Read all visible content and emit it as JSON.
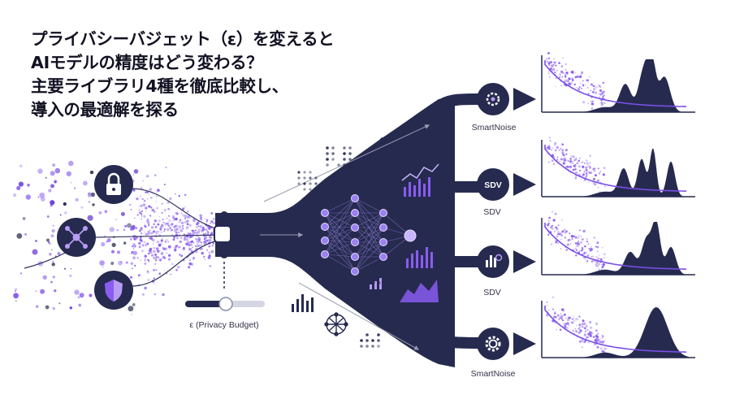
{
  "headline": {
    "lines": [
      "プライバシーバジェット（ε）を変えると",
      "AIモデルの精度はどう変わる？",
      "主要ライブラリ4種を徹底比較し、",
      "導入の最適解を探る"
    ]
  },
  "slider": {
    "label": "ε (Privacy Budget)"
  },
  "libraries": [
    {
      "name": "SmartNoise",
      "icon": "gear-chip-icon"
    },
    {
      "name": "SDV",
      "icon_text": "SDV"
    },
    {
      "name": "SDV",
      "icon": "bar-gear-icon"
    },
    {
      "name": "SmartNoise",
      "icon": "gear-icon"
    }
  ],
  "inputs": [
    {
      "icon": "lock-icon"
    },
    {
      "icon": "network-icon"
    },
    {
      "icon": "shield-icon"
    }
  ],
  "colors": {
    "navy": "#262a4f",
    "purple": "#8a5cf0",
    "lavender": "#b79cf5"
  }
}
